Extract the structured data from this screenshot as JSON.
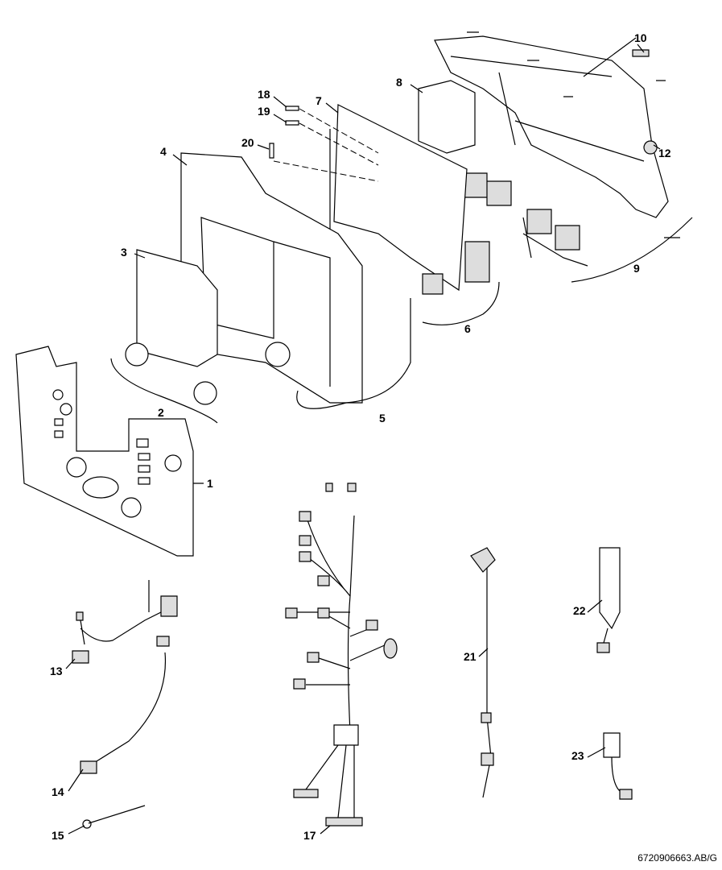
{
  "parts": [
    {
      "id": "1",
      "label": "1"
    },
    {
      "id": "2",
      "label": "2"
    },
    {
      "id": "3",
      "label": "3"
    },
    {
      "id": "4",
      "label": "4"
    },
    {
      "id": "5",
      "label": "5"
    },
    {
      "id": "6",
      "label": "6"
    },
    {
      "id": "7",
      "label": "7"
    },
    {
      "id": "8",
      "label": "8"
    },
    {
      "id": "9",
      "label": "9"
    },
    {
      "id": "10",
      "label": "10"
    },
    {
      "id": "12",
      "label": "12"
    },
    {
      "id": "13",
      "label": "13"
    },
    {
      "id": "14",
      "label": "14"
    },
    {
      "id": "15",
      "label": "15"
    },
    {
      "id": "17",
      "label": "17"
    },
    {
      "id": "18",
      "label": "18"
    },
    {
      "id": "19",
      "label": "19"
    },
    {
      "id": "20",
      "label": "20"
    },
    {
      "id": "21",
      "label": "21"
    },
    {
      "id": "22",
      "label": "22"
    },
    {
      "id": "23",
      "label": "23"
    }
  ],
  "drawing_code": "6720906663.AB/G"
}
